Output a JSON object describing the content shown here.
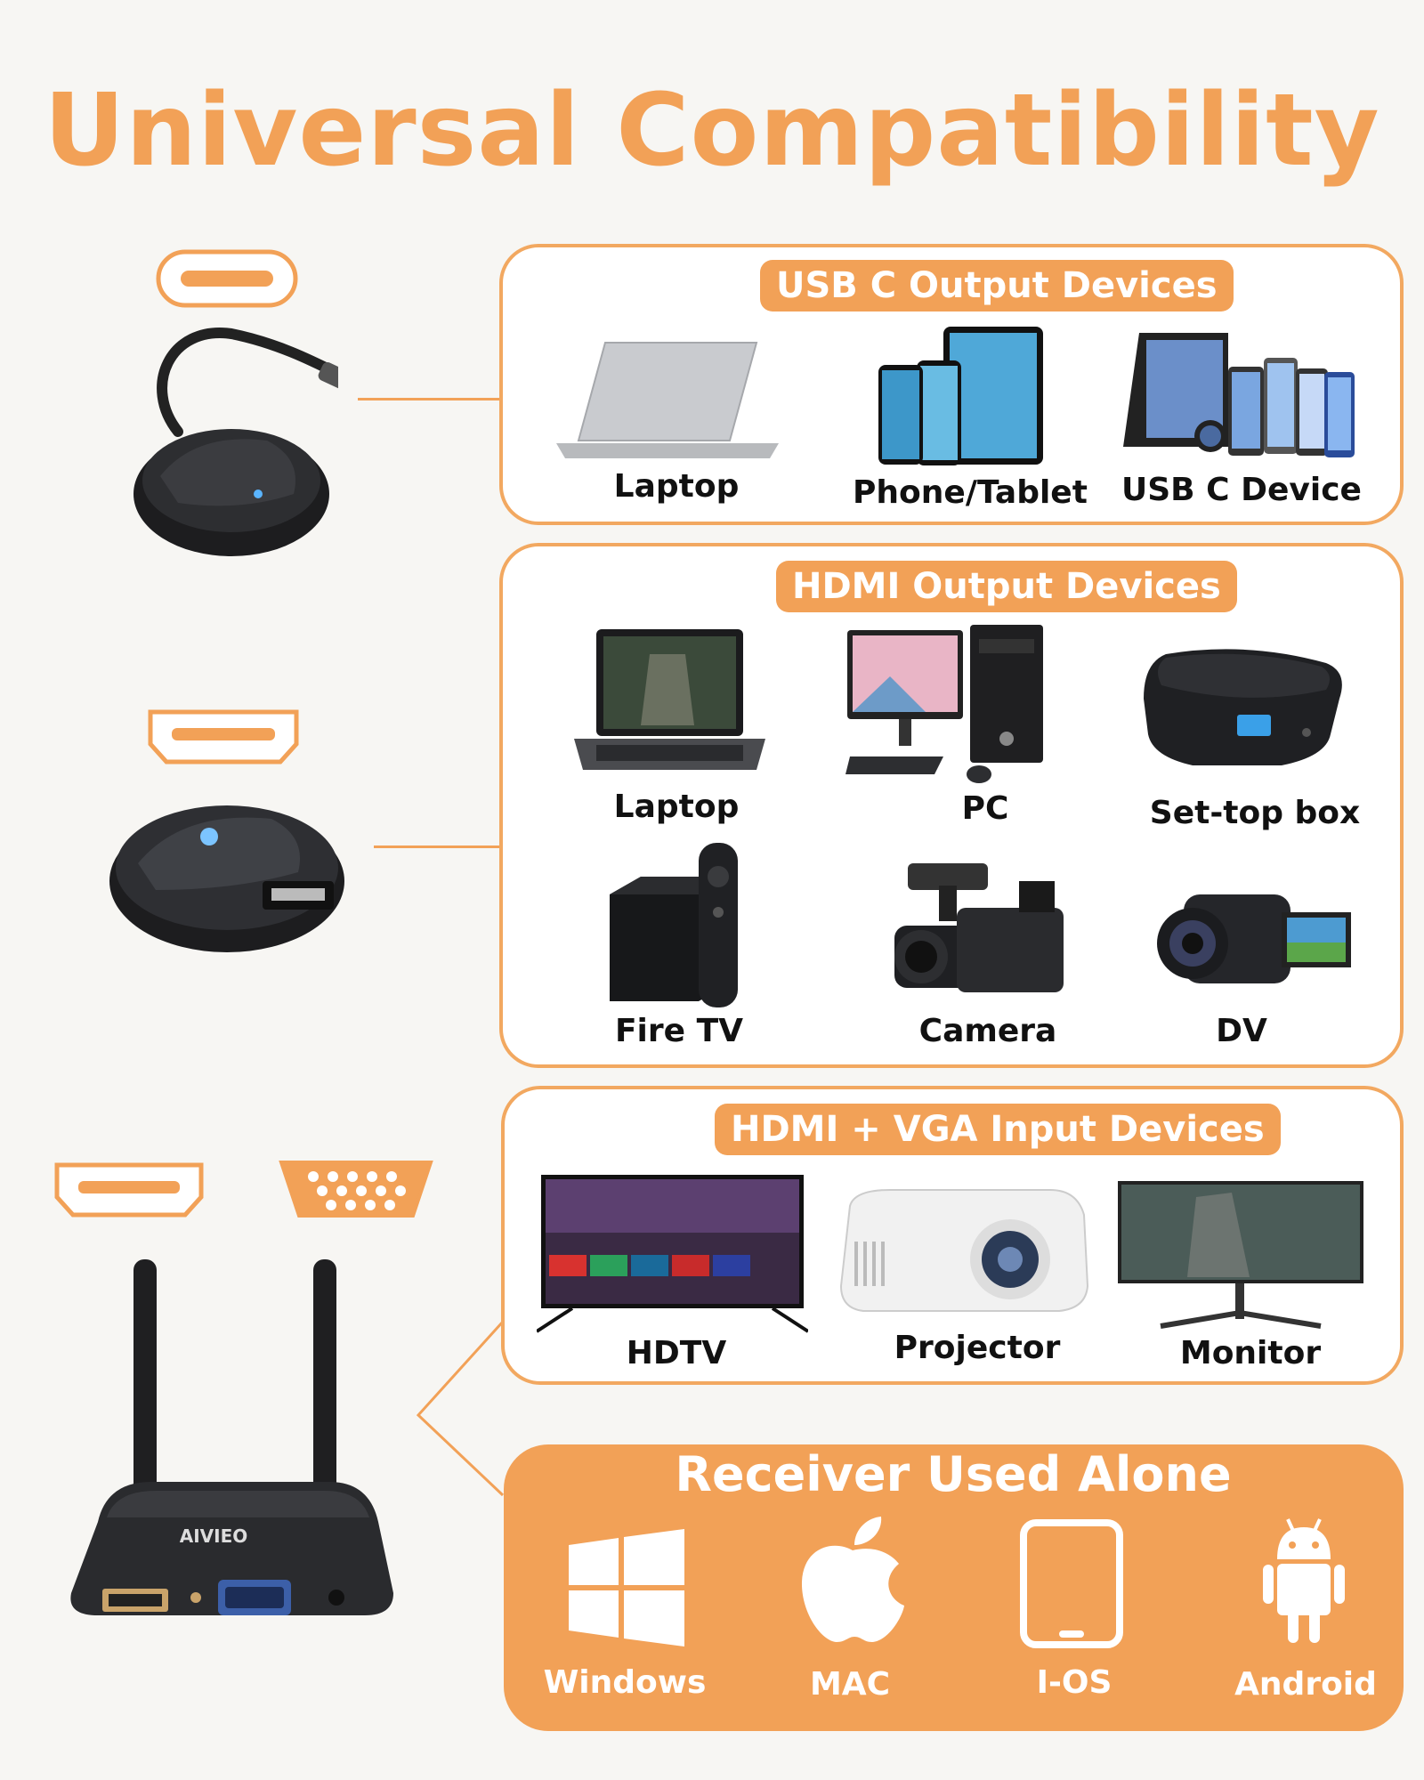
{
  "title": "Universal Compatibility",
  "brand": "AIVIEO",
  "colors": {
    "accent": "#f2a157",
    "background": "#f7f6f3"
  },
  "sections": {
    "usbc": {
      "label": "USB C Output Devices",
      "devices": [
        {
          "label": "Laptop",
          "icon": "laptop-icon"
        },
        {
          "label": "Phone/Tablet",
          "icon": "phone-tablet-icon"
        },
        {
          "label": "USB C Device",
          "icon": "usb-c-device-icon"
        }
      ]
    },
    "hdmi_out": {
      "label": "HDMI Output Devices",
      "devices": [
        {
          "label": "Laptop",
          "icon": "laptop-icon"
        },
        {
          "label": "PC",
          "icon": "desktop-pc-icon"
        },
        {
          "label": "Set-top box",
          "icon": "set-top-box-icon"
        },
        {
          "label": "Fire TV",
          "icon": "fire-tv-icon"
        },
        {
          "label": "Camera",
          "icon": "camera-icon"
        },
        {
          "label": "DV",
          "icon": "camcorder-icon"
        }
      ]
    },
    "input": {
      "label": "HDMI + VGA Input Devices",
      "devices": [
        {
          "label": "HDTV",
          "icon": "tv-icon"
        },
        {
          "label": "Projector",
          "icon": "projector-icon"
        },
        {
          "label": "Monitor",
          "icon": "monitor-icon"
        }
      ]
    },
    "receiver": {
      "label": "Receiver Used Alone",
      "os": [
        {
          "label": "Windows",
          "icon": "windows-icon"
        },
        {
          "label": "MAC",
          "icon": "apple-icon"
        },
        {
          "label": "I-OS",
          "icon": "tablet-icon"
        },
        {
          "label": "Android",
          "icon": "android-icon"
        }
      ]
    }
  }
}
